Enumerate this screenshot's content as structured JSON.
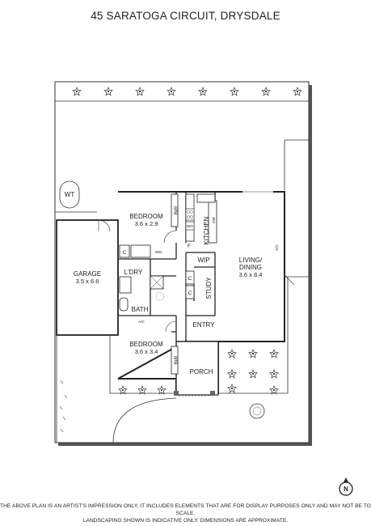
{
  "title": "45 SARATOGA CIRCUIT, DRYSDALE",
  "rooms": {
    "bedroom1": {
      "name": "BEDROOM",
      "dims": "3.6 x 2.9"
    },
    "bedroom2": {
      "name": "BEDROOM",
      "dims": "3.6 x 3.4"
    },
    "garage": {
      "name": "GARAGE",
      "dims": "3.5 x 6.6"
    },
    "living": {
      "name1": "LIVING/",
      "name2": "DINING",
      "dims": "3.6 x 8.4"
    },
    "kitchen": "KITCHEN",
    "laundry": "L'DRY",
    "bath": "BATH",
    "wip": "WIP",
    "study": "STUDY",
    "entry": "ENTRY",
    "porch": "PORCH"
  },
  "labels": {
    "wt": "WT",
    "bir": "BIR",
    "wo": "WO",
    "dw": "DW",
    "wm": "WM",
    "cupboard": "C",
    "fridge": "F",
    "ac": "A/C"
  },
  "compass": "N",
  "disclaimer": {
    "line1": "THE ABOVE PLAN IS AN ARTIST'S IMPRESSION ONLY, IT INCLUDES ELEMENTS THAT ARE FOR DISPLAY PURPOSES ONLY AND MAY NOT BE TO SCALE.",
    "line2": "LANDSCAPING SHOWN IS INDICATIVE ONLY. DIMENSIONS ARE APPROXIMATE."
  }
}
